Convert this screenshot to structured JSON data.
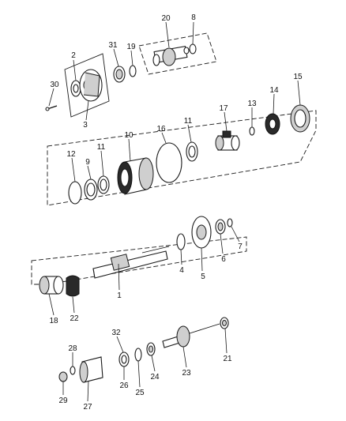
{
  "diagram": {
    "callouts": [
      {
        "id": "1",
        "label": "1"
      },
      {
        "id": "2",
        "label": "2"
      },
      {
        "id": "3",
        "label": "3"
      },
      {
        "id": "4",
        "label": "4"
      },
      {
        "id": "5",
        "label": "5"
      },
      {
        "id": "6",
        "label": "6"
      },
      {
        "id": "7",
        "label": "7"
      },
      {
        "id": "8",
        "label": "8"
      },
      {
        "id": "9",
        "label": "9"
      },
      {
        "id": "10",
        "label": "10"
      },
      {
        "id": "11a",
        "label": "11"
      },
      {
        "id": "11b",
        "label": "11"
      },
      {
        "id": "12",
        "label": "12"
      },
      {
        "id": "13",
        "label": "13"
      },
      {
        "id": "14",
        "label": "14"
      },
      {
        "id": "15",
        "label": "15"
      },
      {
        "id": "16",
        "label": "16"
      },
      {
        "id": "17",
        "label": "17"
      },
      {
        "id": "18",
        "label": "18"
      },
      {
        "id": "19",
        "label": "19"
      },
      {
        "id": "20",
        "label": "20"
      },
      {
        "id": "21",
        "label": "21"
      },
      {
        "id": "22",
        "label": "22"
      },
      {
        "id": "23",
        "label": "23"
      },
      {
        "id": "24",
        "label": "24"
      },
      {
        "id": "25",
        "label": "25"
      },
      {
        "id": "26",
        "label": "26"
      },
      {
        "id": "27",
        "label": "27"
      },
      {
        "id": "28",
        "label": "28"
      },
      {
        "id": "29",
        "label": "29"
      },
      {
        "id": "30",
        "label": "30"
      },
      {
        "id": "31",
        "label": "31"
      },
      {
        "id": "32",
        "label": "32"
      }
    ]
  }
}
